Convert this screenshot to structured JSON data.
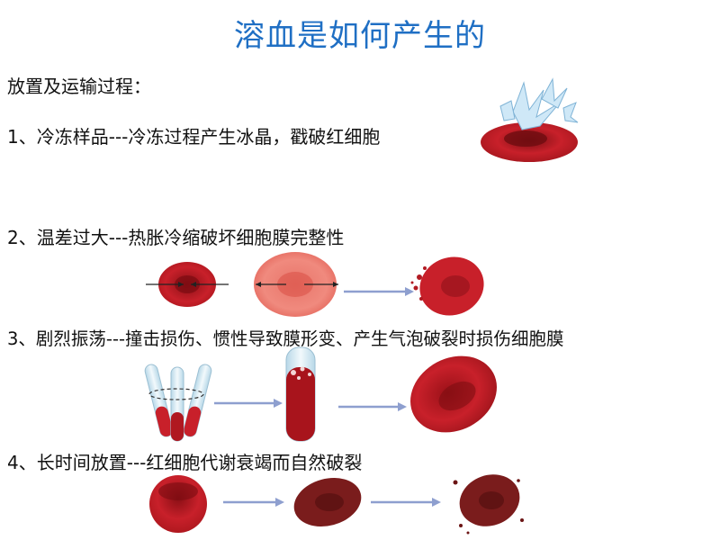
{
  "title": "溶血是如何产生的",
  "heading": "放置及运输过程：",
  "items": [
    {
      "num": "1、",
      "text": "冷冻样品---冷冻过程产生冰晶，戳破红细胞"
    },
    {
      "num": "2、",
      "text": "温差过大---热胀冷缩破坏细胞膜完整性"
    },
    {
      "num": "3、",
      "text": "剧烈振荡---撞击损伤、惯性导致膜形变、产生气泡破裂时损伤细胞膜"
    },
    {
      "num": "4、",
      "text": "长时间放置---红细胞代谢衰竭而自然破裂"
    }
  ],
  "colors": {
    "title": "#1f6fc4",
    "cell": "#c8202a",
    "cell_light": "#e8756a",
    "arrow": "#8e9fcf",
    "aged_cell": "#7a1c1c"
  }
}
